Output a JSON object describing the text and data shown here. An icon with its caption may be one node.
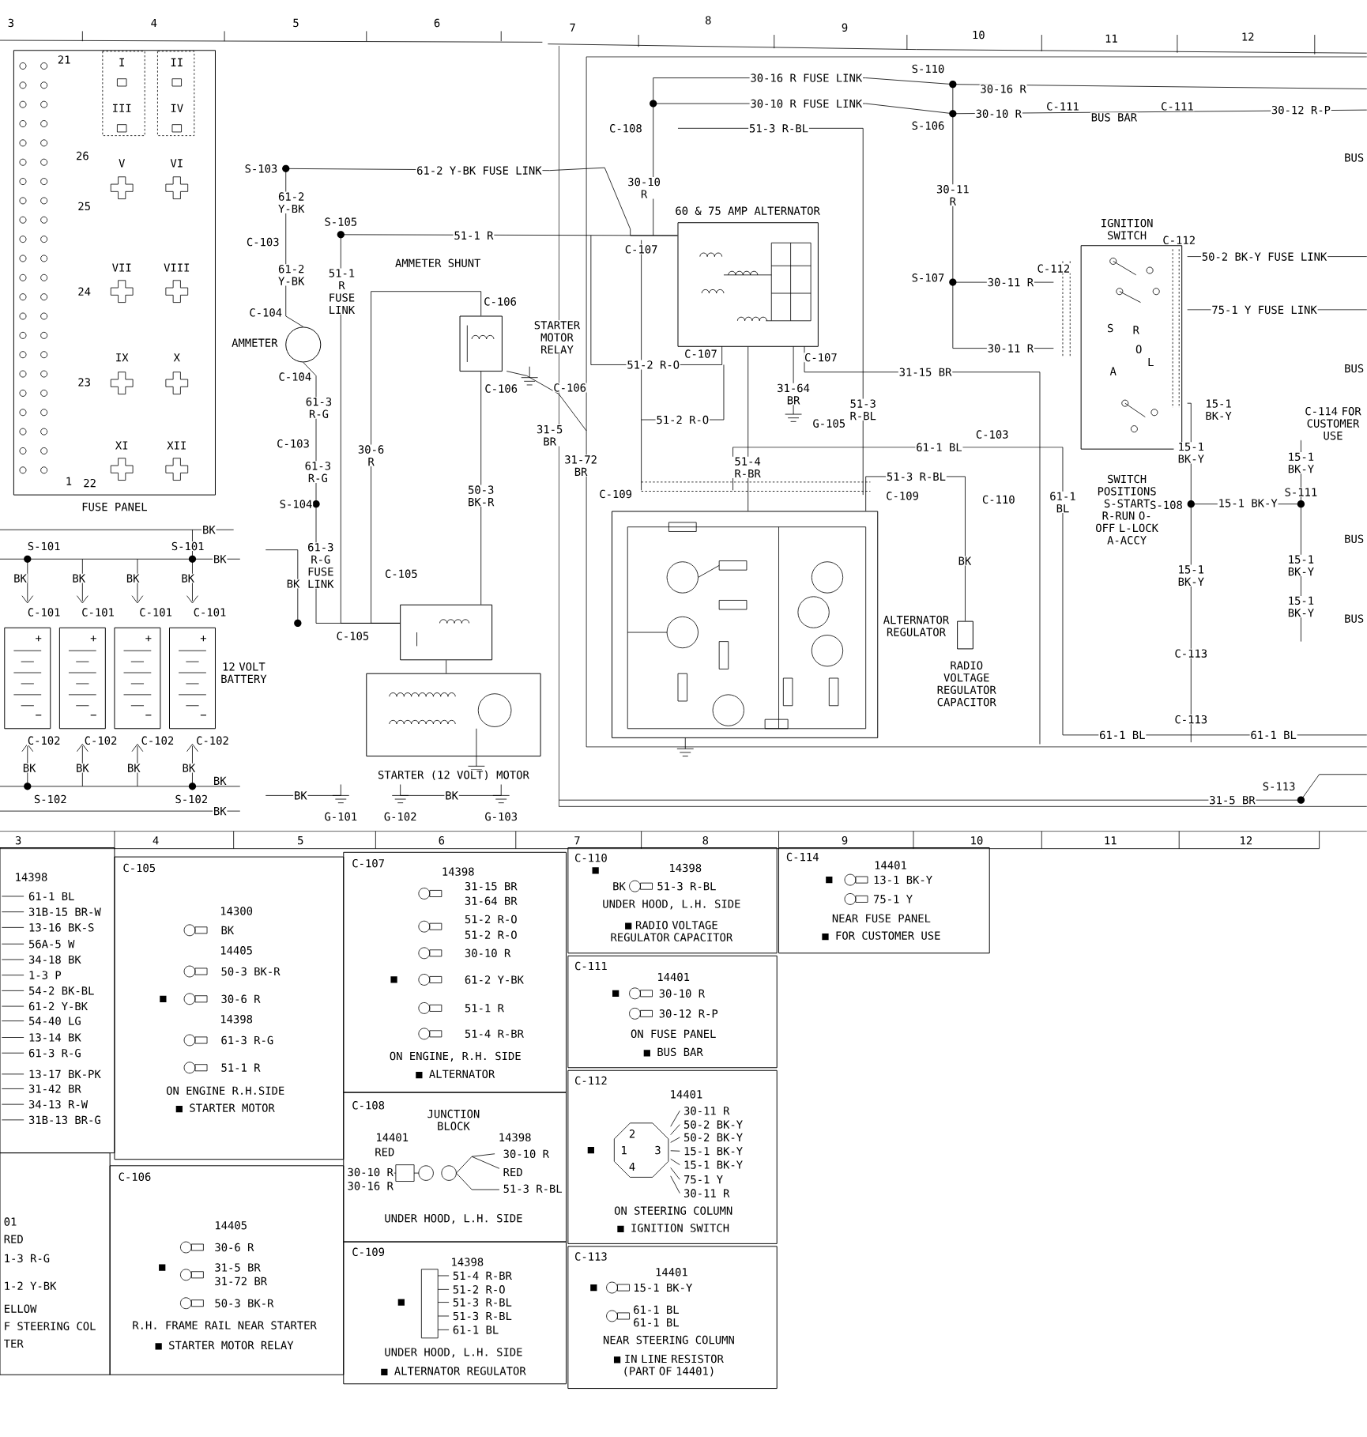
{
  "diagram": {
    "nodes": [
      {
        "text": [
          "FUSE PANEL"
        ]
      },
      {
        "text": [
          "AMMETER"
        ]
      },
      {
        "text": [
          "STARTER MOTOR RELAY"
        ]
      },
      {
        "text": [
          "60 & 75 AMP ALTERNATOR"
        ]
      },
      {
        "text": [
          "ALTERNATOR REGULATOR"
        ]
      },
      {
        "text": [
          "RADIO VOLTAGE REGULATOR CAPACITOR"
        ]
      },
      {
        "text": [
          "IGNITION SWITCH",
          "SWITCH POSITIONS S-START R-RUN O-OFF L-LOCK A-ACCY"
        ]
      },
      {
        "text": [
          "STARTER (12 VOLT) MOTOR"
        ]
      },
      {
        "text": [],
        "shape": "box"
      },
      {
        "text": [],
        "shape": "box"
      },
      {
        "text": [],
        "shape": "box"
      },
      {
        "text": [],
        "shape": "box",
        "beside": [
          "12 VOLT BATTERY"
        ]
      },
      {
        "text": [],
        "shape": "box"
      },
      {
        "text": [
          "14398",
          "61-1 BL",
          "31B-15 BR-W",
          "13-16 BK-S",
          "56A-5 W",
          "34-18 BK",
          "1-3 P",
          "54-2 BK-BL",
          "61-2 Y-BK",
          "54-40 LG",
          "13-14 BK",
          "61-3 R-G",
          "13-17 BK-PK",
          "31-42 BR",
          "34-13 R-W",
          "31B-13 BR-G"
        ]
      },
      {
        "text": [
          "01",
          "RED",
          "1-3 R-G",
          "1-2 Y-BK",
          "ELLOW",
          "F STEERING COL",
          "TER"
        ]
      },
      {
        "text": [
          "C-105",
          "14300",
          "BK",
          "14405",
          "50-3 BK-R",
          "■",
          "30-6 R",
          "14398",
          "61-3 R-G",
          "51-1 R",
          "ON ENGINE R.H.SIDE",
          "■ STARTER MOTOR"
        ]
      },
      {
        "text": [
          "C-106",
          "14405",
          "30-6 R",
          "■",
          "31-5 BR",
          "31-72 BR",
          "50-3 BK-R",
          "R.H. FRAME RAIL NEAR STARTER",
          "■ STARTER MOTOR RELAY"
        ]
      },
      {
        "text": [
          "C-107",
          "14398",
          "31-15 BR",
          "31-64 BR",
          "51-2 R-O",
          "51-2 R-O",
          "30-10 R",
          "■",
          "61-2 Y-BK",
          "51-1 R",
          "51-4 R-BR",
          "ON ENGINE, R.H. SIDE",
          "■ ALTERNATOR"
        ]
      },
      {
        "text": [
          "C-108",
          "JUNCTION BLOCK",
          "14401",
          "14398",
          "RED",
          "30-10 R",
          "30-10 R",
          "RED",
          "30-16 R",
          "51-3 R-BL",
          "UNDER HOOD, L.H. SIDE"
        ]
      },
      {
        "text": [
          "C-109",
          "14398",
          "51-4 R-BR",
          "51-2 R-O",
          "■",
          "51-3 R-BL",
          "51-3 R-BL",
          "61-1 BL",
          "UNDER HOOD, L.H. SIDE",
          "■ ALTERNATOR REGULATOR"
        ]
      },
      {
        "text": [
          "C-110",
          "■",
          "14398",
          "BK",
          "51-3 R-BL",
          "UNDER HOOD, L.H. SIDE",
          "■ RADIO VOLTAGE REGULATOR CAPACITOR"
        ]
      },
      {
        "text": [
          "C-111",
          "14401",
          "■",
          "30-10 R",
          "30-12 R-P",
          "ON FUSE PANEL",
          "■ BUS BAR"
        ]
      },
      {
        "text": [
          "C-112",
          "14401",
          "30-11 R",
          "50-2 BK-Y",
          "2",
          "50-2 BK-Y",
          "■",
          "1",
          "3",
          "15-1 BK-Y",
          "4",
          "15-1 BK-Y",
          "75-1 Y",
          "30-11 R",
          "ON STEERING COLUMN",
          "■ IGNITION SWITCH"
        ]
      },
      {
        "text": [
          "C-113",
          "14401",
          "■",
          "15-1 BK-Y",
          "61-1 BL",
          "61-1 BL",
          "NEAR STEERING COLUMN",
          "■ IN LINE RESISTOR (PART OF 14401)"
        ]
      },
      {
        "text": [
          "C-114",
          "14401",
          "■",
          "13-1 BK-Y",
          "75-1 Y",
          "NEAR FUSE PANEL",
          "■ FOR CUSTOMER USE"
        ]
      }
    ],
    "edges": [
      {
        "from": 2,
        "to": 12,
        "arrow": "none",
        "label": "50-3 BK-R"
      },
      {
        "from": 12,
        "to": 7,
        "arrow": "none"
      },
      {
        "from": 3,
        "to": 4,
        "arrow": "none",
        "label": "51-4 R-BR"
      },
      {
        "from": 4,
        "to": 5,
        "arrow": "none",
        "label": "51-3 R-BL"
      },
      {
        "from": 1,
        "to": 3,
        "arrow": "none"
      },
      {
        "from": 3,
        "to": 12,
        "arrow": "none"
      },
      {
        "from": 1,
        "to": 12,
        "arrow": "none"
      },
      {
        "from": 2,
        "to": 12,
        "arrow": "none"
      }
    ],
    "labels": [
      "3",
      "4",
      "5",
      "6",
      "7",
      "8",
      "9",
      "10",
      "11",
      "12",
      "21",
      "26",
      "25",
      "24",
      "23",
      "1",
      "22",
      "I",
      "II",
      "III",
      "IV",
      "V",
      "VI",
      "VII",
      "VIII",
      "IX",
      "X",
      "XI",
      "XII",
      "S-103",
      "61-2 Y-BK FUSE LINK",
      "61-2 Y-BK",
      "C-103",
      "S-105",
      "51-1 R",
      "AMMETER SHUNT",
      "61-2 Y-BK",
      "51-1 R FUSE LINK",
      "C-104",
      "C-104",
      "61-3 R-G",
      "C-103",
      "61-3 R-G",
      "S-104",
      "30-6 R",
      "C-106",
      "C-106",
      "C-106",
      "31-5 BR",
      "31-72 BR",
      "C-105",
      "61-3 R-G FUSE LINK",
      "BK",
      "C-105",
      "BK",
      "S-101",
      "S-101",
      "BK",
      "BK",
      "BK",
      "BK",
      "BK",
      "C-101",
      "C-101",
      "C-101",
      "C-101",
      "+",
      "+",
      "+",
      "+",
      "−",
      "−",
      "−",
      "−",
      "C-102",
      "C-102",
      "C-102",
      "C-102",
      "BK",
      "BK",
      "BK",
      "BK",
      "BK",
      "S-102",
      "S-102",
      "BK",
      "BK",
      "G-101",
      "G-102",
      "BK",
      "G-103",
      "30-16 R FUSE LINK",
      "30-10 R FUSE LINK",
      "S-110",
      "30-16 R",
      "S-106",
      "30-10 R",
      "C-111",
      "BUS BAR",
      "C-111",
      "30-12 R-P",
      "C-108",
      "51-3 R-BL",
      "30-10 R",
      "C-107",
      "30-11 R",
      "S-107",
      "30-11 R",
      "C-112",
      "C-112",
      "50-2 BK-Y FUSE LINK",
      "75-1 Y FUSE LINK",
      "30-11 R",
      "S",
      "R",
      "O",
      "L",
      "A",
      "C-107",
      "C-107",
      "51-2 R-O",
      "31-15 BR",
      "31-64 BR",
      "G-105",
      "51-3 R-BL",
      "51-2 R-O",
      "61-1 BL",
      "C-103",
      "C-109",
      "C-109",
      "C-110",
      "61-1 BL",
      "BK",
      "15-1 BK-Y",
      "15-1 BK-Y",
      "S-108",
      "15-1 BK-Y",
      "15-1 BK-Y",
      "C-113",
      "C-113",
      "61-1 BL",
      "61-1 BL",
      "S-113",
      "31-5 BR",
      "BUS",
      "BUS",
      "C-114 FOR CUSTOMER USE",
      "15-1 BK-Y",
      "S-111",
      "BUS",
      "15-1 BK-Y",
      "15-1 BK-Y",
      "BUS",
      "3",
      "4",
      "5",
      "6",
      "7",
      "8",
      "9",
      "10",
      "11",
      "12"
    ]
  }
}
